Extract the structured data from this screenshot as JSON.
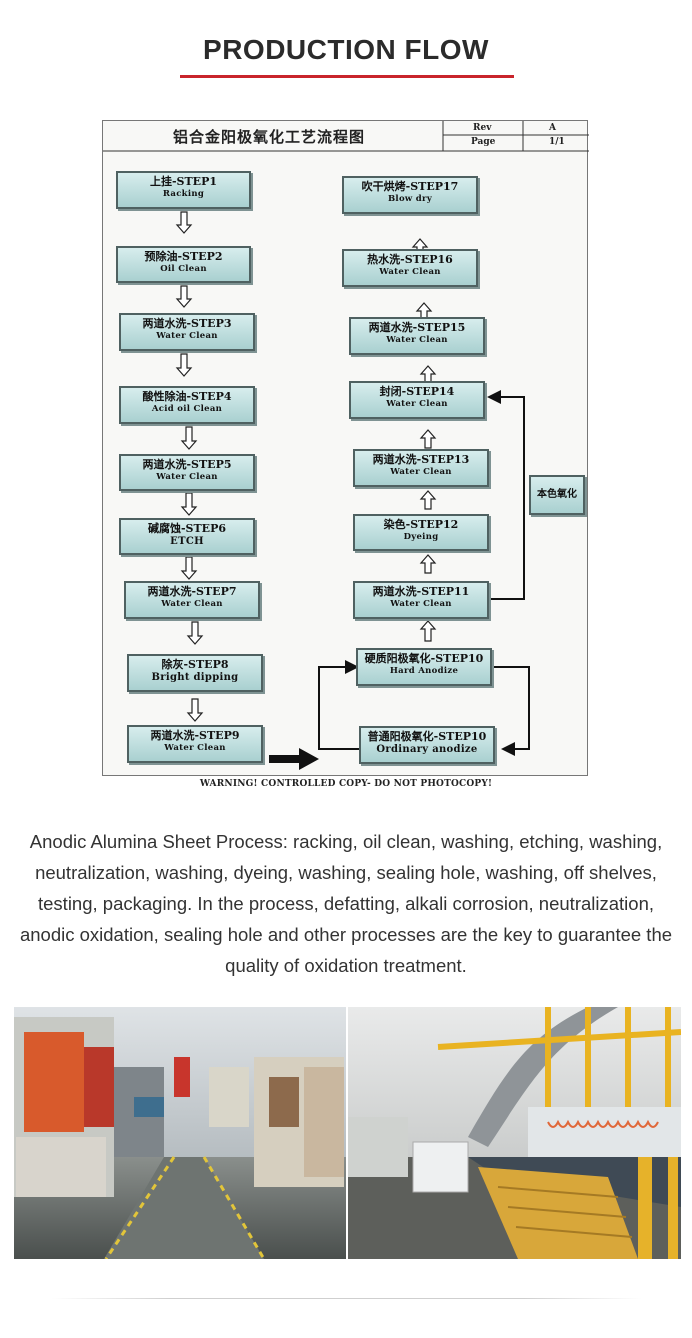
{
  "page": {
    "title": "PRODUCTION FLOW",
    "accent_color": "#c9242b"
  },
  "document": {
    "title": "铝合金阳极氧化工艺流程图",
    "rev_label": "Rev",
    "rev_value": "A",
    "page_label": "Page",
    "page_value": "1/1",
    "side_label": "本色氧化",
    "warning": "WARNING! CONTROLLED COPY- DO NOT PHOTOCOPY!",
    "steps": [
      {
        "cn": "上挂-STEP1",
        "en": "Racking"
      },
      {
        "cn": "预除油-STEP2",
        "en": "Oil Clean"
      },
      {
        "cn": "两道水洗-STEP3",
        "en": "Water Clean"
      },
      {
        "cn": "酸性除油-STEP4",
        "en": "Acid oil Clean"
      },
      {
        "cn": "两道水洗-STEP5",
        "en": "Water Clean"
      },
      {
        "cn": "碱腐蚀-STEP6",
        "en": "ETCH"
      },
      {
        "cn": "两道水洗-STEP7",
        "en": "Water Clean"
      },
      {
        "cn": "除灰-STEP8",
        "en": "Bright dipping"
      },
      {
        "cn": "两道水洗-STEP9",
        "en": "Water Clean"
      },
      {
        "cn": "普通阳极氧化-STEP10",
        "en": "Ordinary anodize"
      },
      {
        "cn": "硬质阳极氧化-STEP10",
        "en": "Hard Anodize"
      },
      {
        "cn": "两道水洗-STEP11",
        "en": "Water Clean"
      },
      {
        "cn": "染色-STEP12",
        "en": "Dyeing"
      },
      {
        "cn": "两道水洗-STEP13",
        "en": "Water Clean"
      },
      {
        "cn": "封闭-STEP14",
        "en": "Water Clean"
      },
      {
        "cn": "两道水洗-STEP15",
        "en": "Water Clean"
      },
      {
        "cn": "热水洗-STEP16",
        "en": "Water Clean"
      },
      {
        "cn": "吹干烘烤-STEP17",
        "en": "Blow dry"
      }
    ]
  },
  "description": "Anodic Alumina Sheet Process: racking, oil clean, washing, etching, washing, neutralization, washing, dyeing, washing, sealing hole, washing, off shelves, testing, packaging. In the process, defatting, alkali corrosion, neutralization, anodic oxidation, sealing hole and other processes are the key to guarantee the quality of oxidation treatment."
}
